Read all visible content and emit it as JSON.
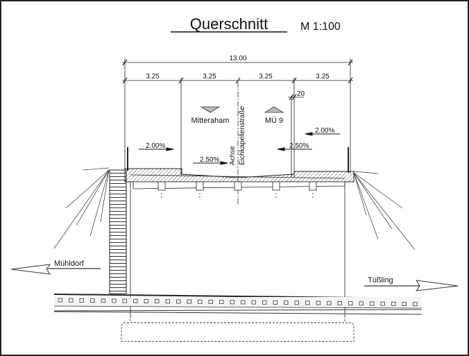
{
  "title": "Querschnitt",
  "scale": "M 1:100",
  "dimensions": {
    "total": "13.00",
    "lanes": [
      "3.25",
      "3.25",
      "3.25",
      "3.25"
    ],
    "offset": "20"
  },
  "directions": {
    "left_up": "Mitteraham",
    "right_up": "MÜ 9",
    "left_road": "Mühldorf",
    "right_road": "Tüßling"
  },
  "axis_label": {
    "line1": "Achse",
    "line2": "Eichkapellenstraße"
  },
  "slopes": {
    "left_outer": "2.00%",
    "left_inner": "2.50%",
    "right_inner": "2.50%",
    "right_outer": "2.00%"
  }
}
